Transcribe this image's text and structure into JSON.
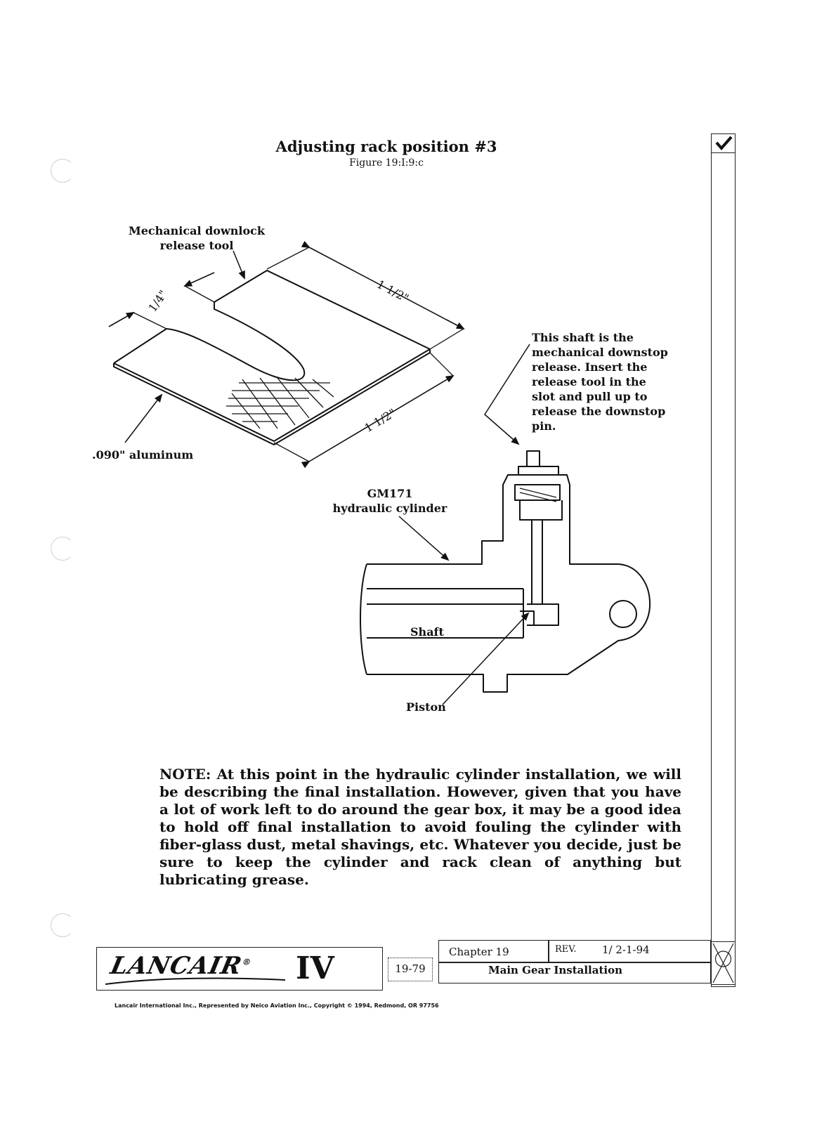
{
  "figure": {
    "title": "Adjusting rack position #3",
    "subtitle": "Figure 19:I:9:c"
  },
  "labels": {
    "tool_line1": "Mechanical downlock",
    "tool_line2": "release tool",
    "dim_quarter": "1/4\"",
    "dim_top": "1 1/2\"",
    "dim_bottom": "1 1/2\"",
    "material": ".090\" aluminum",
    "shaft_desc": [
      "This shaft is the",
      "mechanical downstop",
      "release. Insert the",
      "release tool in the",
      "slot and pull up to",
      "release the downstop",
      "pin."
    ],
    "cylinder_line1": "GM171",
    "cylinder_line2": "hydraulic cylinder",
    "shaft": "Shaft",
    "piston": "Piston"
  },
  "note": "NOTE: At this point in the hydraulic cylinder installation, we will be describing the final installation. However, given that you have a lot of work left to do around the gear box, it may be a good idea to hold off final installation to avoid fouling the cylinder with fiber-glass dust, metal shavings, etc. Whatever you decide, just be sure to keep the cylinder and rack clean of anything but lubricating grease.",
  "footer": {
    "logo_text": "LANCAIR",
    "logo_mark": "®",
    "model": "IV",
    "page": "19-79",
    "chapter": "Chapter 19",
    "rev_label": "REV.",
    "rev_value": "1/ 2-1-94",
    "section": "Main Gear Installation",
    "copyright": "Lancair International Inc., Represented by Neico Aviation Inc., Copyright © 1994, Redmond, OR 97756"
  },
  "sidebar": {
    "check_icon": "checkmark-icon",
    "cross_icon": "crossed-circle-icon"
  }
}
